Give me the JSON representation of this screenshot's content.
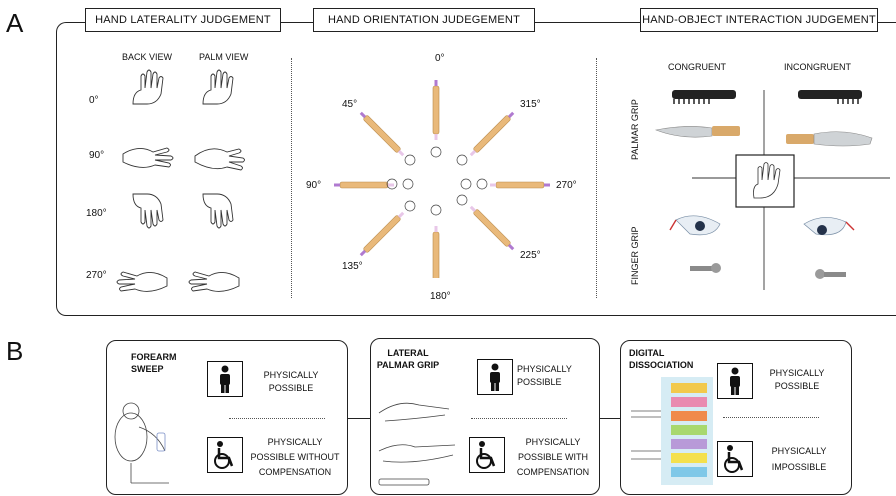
{
  "panel_a": {
    "letter": "A",
    "headers": {
      "laterality": "HAND LATERALITY JUDGEMENT",
      "orientation": "HAND ORIENTATION JUDEGEMENT",
      "interaction": "HAND-OBJECT INTERACTION JUDGEMENT"
    },
    "laterality": {
      "col_back": "BACK VIEW",
      "col_palm": "PALM VIEW",
      "rows": [
        "0°",
        "90°",
        "180°",
        "270°"
      ]
    },
    "orientation": {
      "angles": [
        "0°",
        "45°",
        "315°",
        "90°",
        "270°",
        "135°",
        "225°",
        "180°"
      ]
    },
    "interaction": {
      "col_congruent": "CONGRUENT",
      "col_incongruent": "INCONGRUENT",
      "row_palmar": "PALMAR GRIP",
      "row_finger": "FINGER GRIP"
    }
  },
  "panel_b": {
    "letter": "B",
    "boxes": [
      {
        "title": "FOREARM SWEEP",
        "top_label": "PHYSICALLY POSSIBLE",
        "bottom_label": "PHYSICALLY POSSIBLE WITHOUT COMPENSATION"
      },
      {
        "title": "LATERAL PALMAR GRIP",
        "top_label": "PHYSICALLY POSSIBLE",
        "bottom_label": "PHYSICALLY POSSIBLE WITH COMPENSATION"
      },
      {
        "title": "DIGITAL DISSOCIATION",
        "top_label": "PHYSICALLY POSSIBLE",
        "bottom_label": "PHYSICALLY IMPOSSIBLE"
      }
    ],
    "icons": [
      "person-standing-icon",
      "wheelchair-icon"
    ]
  }
}
